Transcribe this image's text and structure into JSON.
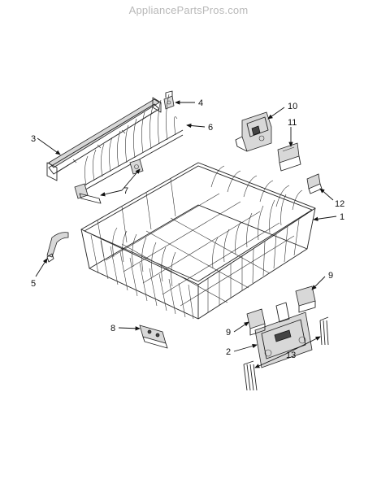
{
  "watermark": "AppliancePartsPros.com",
  "callouts": [
    {
      "id": "c1",
      "label": "1"
    },
    {
      "id": "c2",
      "label": "2"
    },
    {
      "id": "c3",
      "label": "3"
    },
    {
      "id": "c4",
      "label": "4"
    },
    {
      "id": "c5",
      "label": "5"
    },
    {
      "id": "c6",
      "label": "6"
    },
    {
      "id": "c7",
      "label": "7"
    },
    {
      "id": "c8",
      "label": "8"
    },
    {
      "id": "c9a",
      "label": "9"
    },
    {
      "id": "c9b",
      "label": "9"
    },
    {
      "id": "c10",
      "label": "10"
    },
    {
      "id": "c11",
      "label": "11"
    },
    {
      "id": "c12",
      "label": "12"
    },
    {
      "id": "c13",
      "label": "13"
    }
  ]
}
